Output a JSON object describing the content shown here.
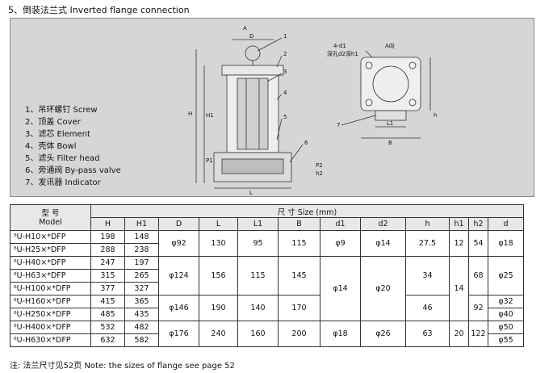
{
  "title": "5、倒装法兰式  Inverted flange connection",
  "legend": [
    "1、吊环螺钉  Screw",
    "2、顶盖  Cover",
    "3、滤芯  Element",
    "4、壳体  Bowl",
    "5、滤头  Filter head",
    "6、旁通阀  By-pass valve",
    "7、发讯器  Indicator"
  ],
  "drawing_labels": {
    "A": "A",
    "D": "D",
    "H": "H",
    "H1": "H1",
    "L": "L",
    "P1": "P1",
    "P2": "P2",
    "h2": "h2",
    "n1": "1",
    "n2": "2",
    "n3": "3",
    "n4": "4",
    "n5": "5",
    "n6": "6",
    "n7": "7",
    "flange_hole": "4-d1",
    "flange_note": "深孔d2深h1",
    "A_view": "A向",
    "B": "B",
    "L1": "L1",
    "h": "h"
  },
  "table": {
    "model_header": "型  号\nModel",
    "size_header": "尺    寸 Size (mm)",
    "columns": [
      "H",
      "H1",
      "D",
      "L",
      "L1",
      "B",
      "d1",
      "d2",
      "h",
      "h1",
      "h2",
      "d"
    ],
    "models": [
      "ᵟU-H10×*DFP",
      "ᵟU-H25×*DFP",
      "ᵟU-H40×*DFP",
      "ᵟU-H63×*DFP",
      "ᵟU-H100×*DFP",
      "ᵟU-H160×*DFP",
      "ᵟU-H250×*DFP",
      "ᵟU-H400×*DFP",
      "ᵟU-H630×*DFP"
    ],
    "H": [
      "198",
      "288",
      "247",
      "315",
      "377",
      "415",
      "485",
      "532",
      "632"
    ],
    "H1": [
      "148",
      "238",
      "197",
      "265",
      "327",
      "365",
      "435",
      "482",
      "582"
    ],
    "D": [
      "φ92",
      "φ124",
      "φ146",
      "φ176"
    ],
    "L": [
      "130",
      "156",
      "190",
      "240"
    ],
    "L1": [
      "95",
      "115",
      "140",
      "160"
    ],
    "B": [
      "115",
      "145",
      "170",
      "200"
    ],
    "d1": [
      "φ9",
      "φ14",
      "φ18"
    ],
    "d2": [
      "φ14",
      "φ20",
      "φ26"
    ],
    "h": [
      "27.5",
      "34",
      "46",
      "63"
    ],
    "h1": [
      "12",
      "14",
      "20"
    ],
    "h2": [
      "54",
      "68",
      "92",
      "122"
    ],
    "d": [
      "φ18",
      "φ25",
      "φ32",
      "φ40",
      "φ50",
      "φ55"
    ]
  },
  "note": "注: 法兰尺寸见52页  Note: the sizes of flange see page 52"
}
